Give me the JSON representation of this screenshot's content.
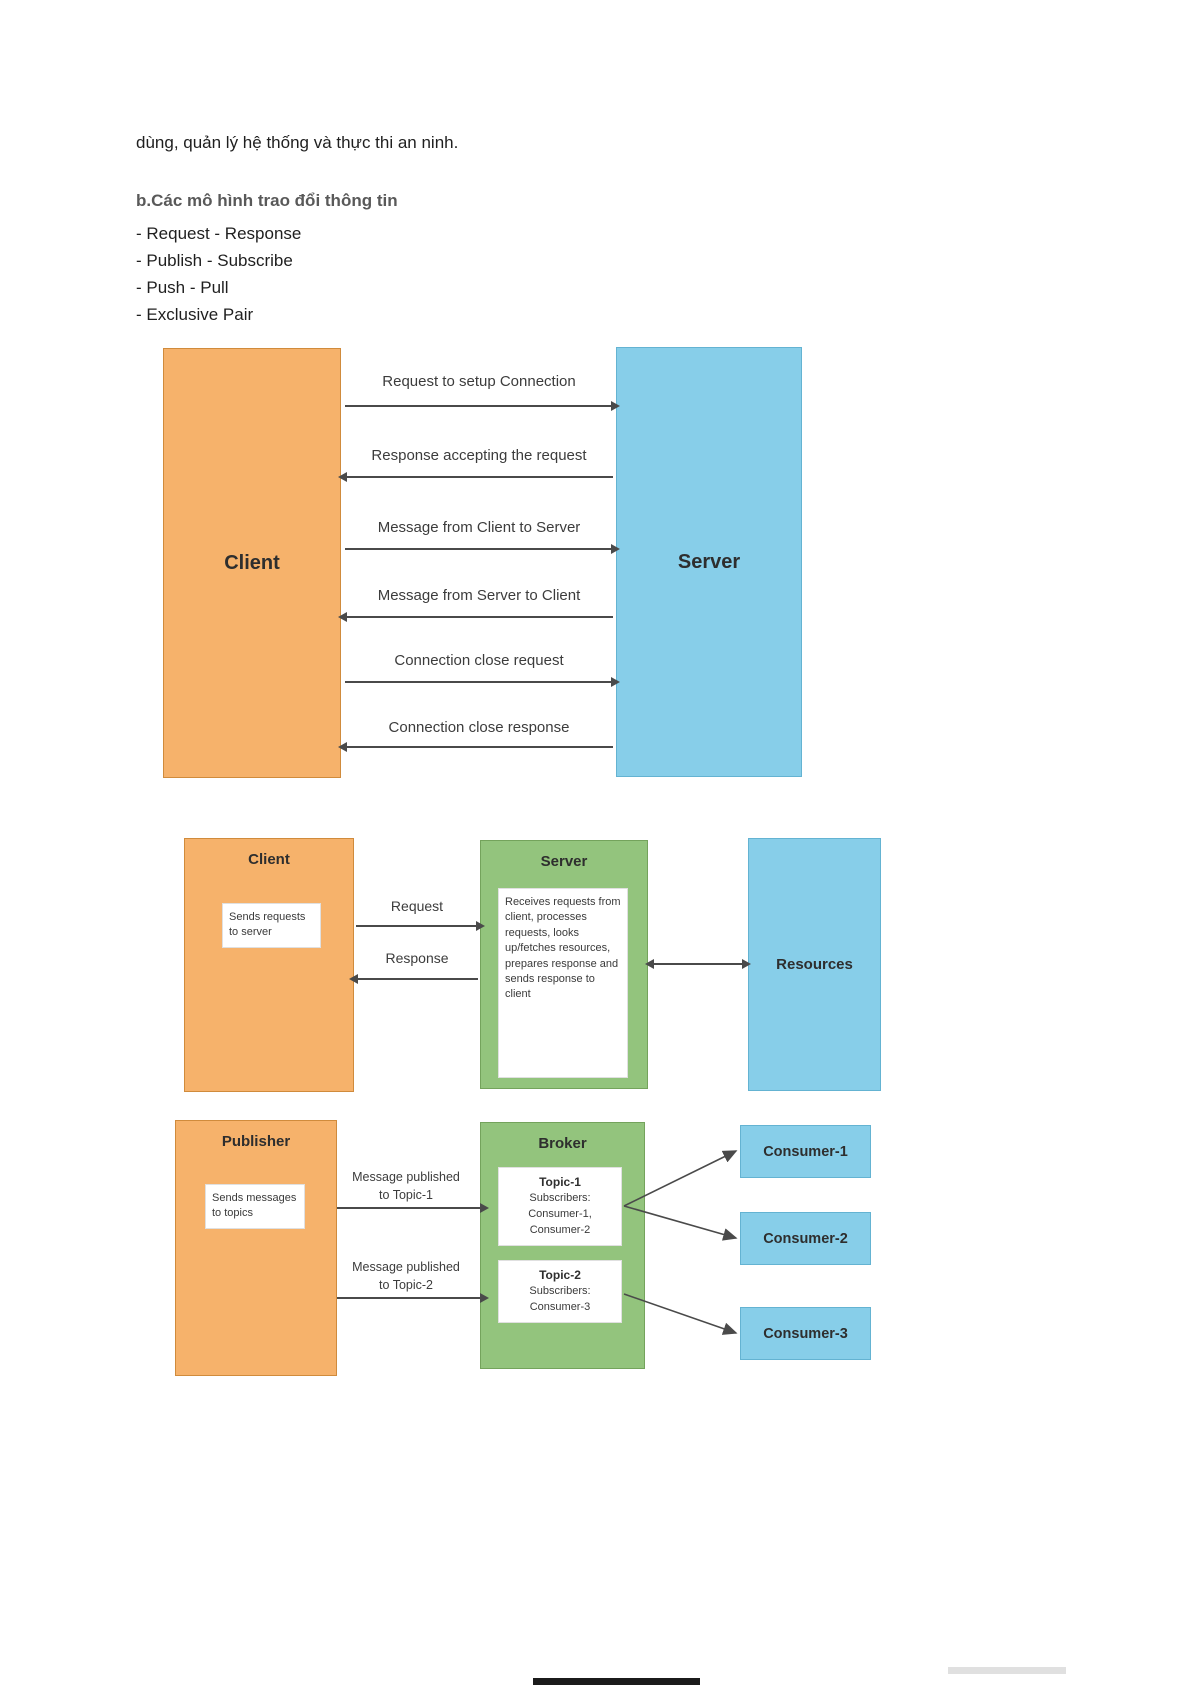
{
  "page": {
    "intro_text": "dùng, quản lý hệ thống và thực thi an ninh.",
    "heading": "b.Các mô hình trao đổi thông tin",
    "list_items": [
      "- Request - Response",
      "- Publish - Subscribe",
      "- Push - Pull",
      "- Exclusive Pair"
    ]
  },
  "colors": {
    "orange": "#f6b26b",
    "orange_border": "#d08b3c",
    "blue": "#87cee9",
    "blue_border": "#64b3d2",
    "green": "#93c47d",
    "green_border": "#74a35c",
    "heading_gray": "#595959"
  },
  "diagram1": {
    "client_label": "Client",
    "server_label": "Server",
    "arrows": [
      {
        "label": "Request to setup Connection",
        "direction": "right"
      },
      {
        "label": "Response accepting the request",
        "direction": "left"
      },
      {
        "label": "Message from Client to Server",
        "direction": "right"
      },
      {
        "label": "Message from Server to Client",
        "direction": "left"
      },
      {
        "label": "Connection close request",
        "direction": "right"
      },
      {
        "label": "Connection close response",
        "direction": "left"
      }
    ]
  },
  "diagram2": {
    "client_title": "Client",
    "client_note": "Sends requests to server",
    "server_title": "Server",
    "server_note": "Receives requests from client, processes requests, looks up/fetches resources, prepares response and sends response to client",
    "resources_label": "Resources",
    "request_label": "Request",
    "response_label": "Response"
  },
  "diagram3": {
    "publisher_title": "Publisher",
    "publisher_note": "Sends messages to topics",
    "broker_title": "Broker",
    "topic1": {
      "title": "Topic-1",
      "line1": "Subscribers:",
      "line2": "Consumer-1,",
      "line3": "Consumer-2"
    },
    "topic2": {
      "title": "Topic-2",
      "line1": "Subscribers:",
      "line2": "Consumer-3"
    },
    "msg1_line1": "Message published",
    "msg1_line2": "to Topic-1",
    "msg2_line1": "Message published",
    "msg2_line2": "to Topic-2",
    "consumers": [
      "Consumer-1",
      "Consumer-2",
      "Consumer-3"
    ]
  }
}
